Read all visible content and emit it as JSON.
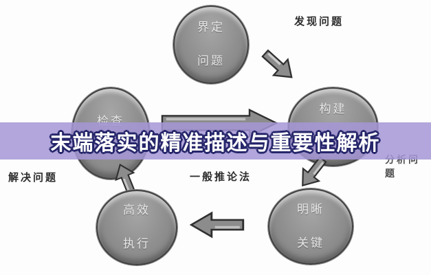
{
  "banner": {
    "title": "末端落实的精准描述与重要性解析",
    "bg_color": "#b2a7dc",
    "text_color": "#ffffff",
    "outline_color": "#26266b"
  },
  "diagram": {
    "circles": {
      "define": {
        "line1": "界定",
        "line2": "问题"
      },
      "check": {
        "line1": "检查"
      },
      "build": {
        "line1": "构建"
      },
      "clarify": {
        "line1": "明晰",
        "line2": "关键"
      },
      "execute": {
        "line1": "高效",
        "line2": "执行"
      }
    },
    "labels": {
      "discover": "发现问题",
      "analyze": "分析问题",
      "solve": "解决问题",
      "inference": "一般推论法"
    },
    "colors": {
      "circle_fill": "#8e8e8e",
      "circle_border": "#3f3f3f",
      "arrow_fill": "#8c8c8c",
      "arrow_outline": "#2f2f2f",
      "label_text": "#2d2d2d",
      "circle_text": "#e8e8e8",
      "background": "#fdfdfd"
    }
  }
}
